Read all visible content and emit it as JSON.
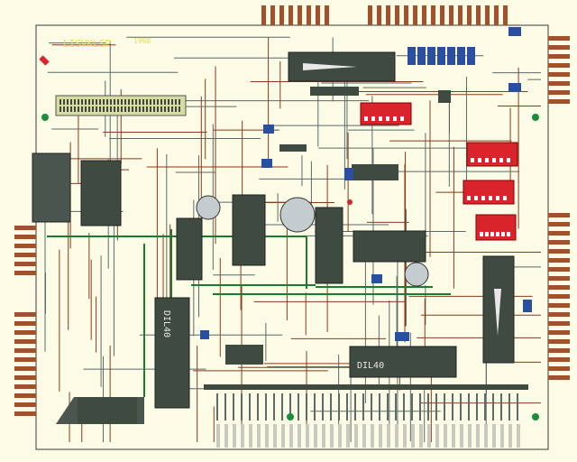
{
  "board": {
    "name": "LISVKLSP",
    "sub_label": "1998"
  },
  "chips": {
    "dil40_left": "DIL40",
    "dil40_bottom": "DIL40"
  },
  "colors": {
    "board_bg": "#fbfbe6",
    "outline": "#3a3a3a",
    "trace_brown": "#8b3a1a",
    "trace_green": "#1e7a2e",
    "trace_gray": "#5c6a6a",
    "chip": "#3f4a40",
    "dip_switch": "#d8242a",
    "connector": "#a0522d",
    "capacitor_blue": "#2a4fa0",
    "ribbon_header": "#d6dca0",
    "mount_hole": "#1a8f3a"
  }
}
